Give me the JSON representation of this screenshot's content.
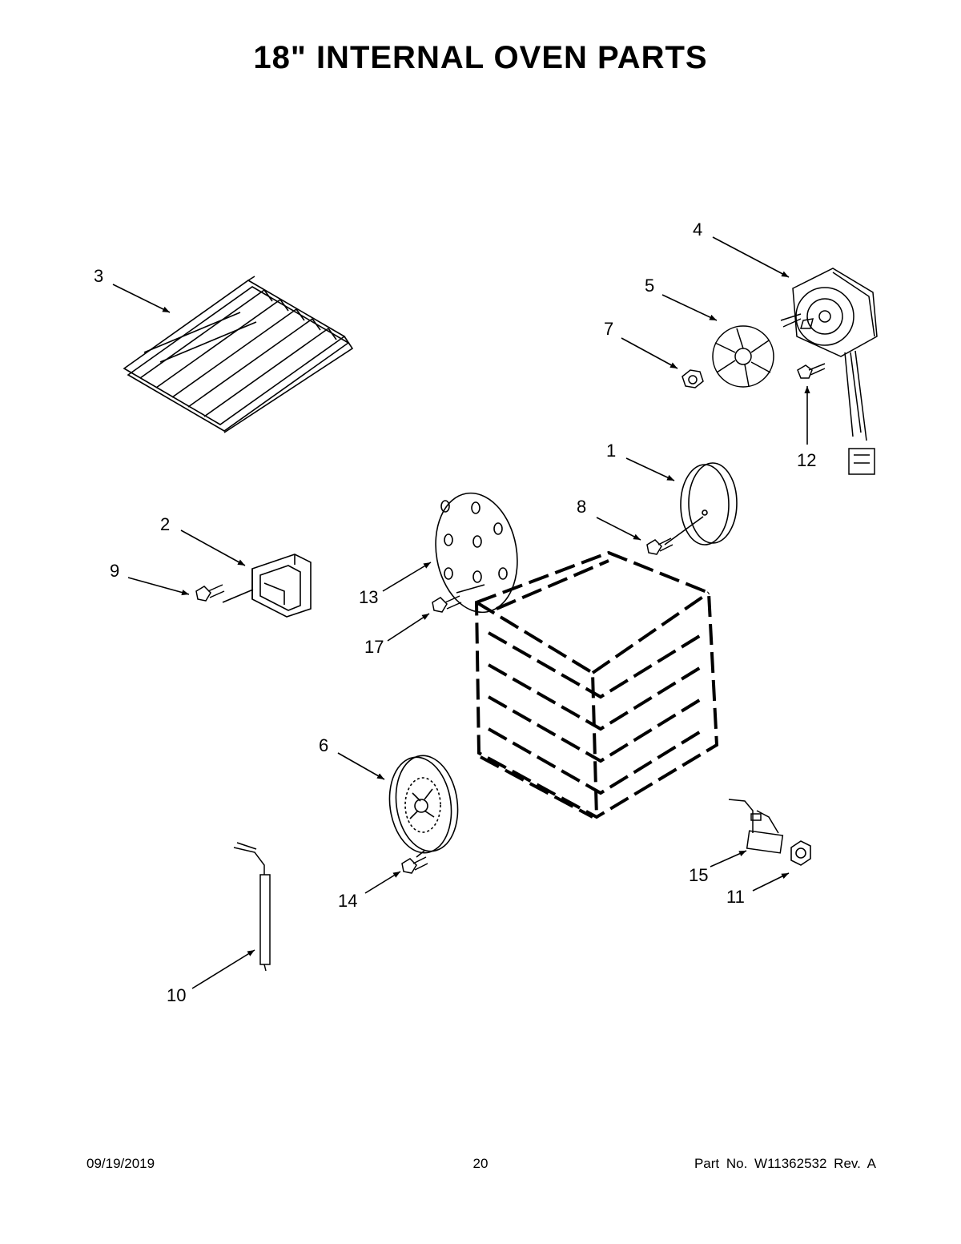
{
  "title": "18\" INTERNAL OVEN PARTS",
  "callouts": {
    "c1": "1",
    "c2": "2",
    "c3": "3",
    "c4": "4",
    "c5": "5",
    "c6": "6",
    "c7": "7",
    "c8": "8",
    "c9": "9",
    "c10": "10",
    "c11": "11",
    "c12": "12",
    "c13": "13",
    "c14": "14",
    "c15": "15",
    "c17": "17"
  },
  "footer": {
    "date": "09/19/2019",
    "page": "20",
    "part": "Part No.  W11362532  Rev.  A"
  }
}
